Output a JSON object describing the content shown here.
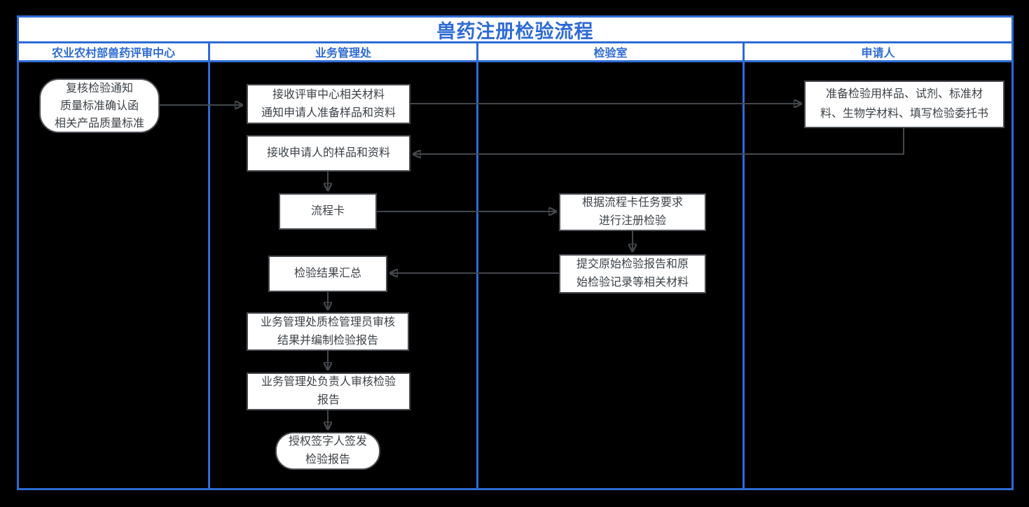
{
  "title": "兽药注册检验流程",
  "lanes": [
    "农业农村部兽药评审中心",
    "业务管理处",
    "检验室",
    "申请人"
  ],
  "nodes": {
    "review_notice": {
      "shape": "stadium",
      "lane": "农业农村部兽药评审中心",
      "lines": [
        "复核检验通知",
        "质量标准确认函",
        "相关产品质量标准"
      ]
    },
    "receive_materials": {
      "shape": "rect",
      "lane": "业务管理处",
      "lines": [
        "接收评审中心相关材料",
        "通知申请人准备样品和资料"
      ]
    },
    "receive_samples": {
      "shape": "rect",
      "lane": "业务管理处",
      "lines": [
        "接收申请人的样品和资料"
      ]
    },
    "process_card": {
      "shape": "rect",
      "lane": "业务管理处",
      "lines": [
        "流程卡"
      ]
    },
    "summary": {
      "shape": "rect",
      "lane": "业务管理处",
      "lines": [
        "检验结果汇总"
      ]
    },
    "qc_review": {
      "shape": "rect",
      "lane": "业务管理处",
      "lines": [
        "业务管理处质检管理员审核",
        "结果并编制检验报告"
      ]
    },
    "head_review": {
      "shape": "rect",
      "lane": "业务管理处",
      "lines": [
        "业务管理处负责人审核检验",
        "报告"
      ]
    },
    "sign": {
      "shape": "stadium",
      "lane": "业务管理处",
      "lines": [
        "授权签字人签发",
        "检验报告"
      ]
    },
    "registration": {
      "shape": "rect",
      "lane": "检验室",
      "lines": [
        "根据流程卡任务要求",
        "进行注册检验"
      ]
    },
    "submit_report": {
      "shape": "rect",
      "lane": "检验室",
      "lines": [
        "提交原始检验报告和原",
        "始检验记录等相关材料"
      ]
    },
    "applicant_prepare": {
      "shape": "rect",
      "lane": "申请人",
      "lines": [
        "准备检验用样品、试剂、标准材",
        "料、生物学材料、填写检验委托书"
      ]
    }
  },
  "edges": [
    {
      "from": "review_notice",
      "to": "receive_materials"
    },
    {
      "from": "receive_materials",
      "to": "applicant_prepare"
    },
    {
      "from": "applicant_prepare",
      "to": "receive_samples"
    },
    {
      "from": "receive_samples",
      "to": "process_card"
    },
    {
      "from": "process_card",
      "to": "registration"
    },
    {
      "from": "registration",
      "to": "submit_report"
    },
    {
      "from": "submit_report",
      "to": "summary"
    },
    {
      "from": "summary",
      "to": "qc_review"
    },
    {
      "from": "qc_review",
      "to": "head_review"
    },
    {
      "from": "head_review",
      "to": "sign"
    }
  ],
  "colors": {
    "frame_blue": "#2e6bd4",
    "header_text_blue": "#2e6bd4",
    "node_border": "#4a4e53",
    "node_text": "#3d4247",
    "arrow": "#43474b",
    "canvas_background": "#000000",
    "cell_background": "#ffffff"
  }
}
